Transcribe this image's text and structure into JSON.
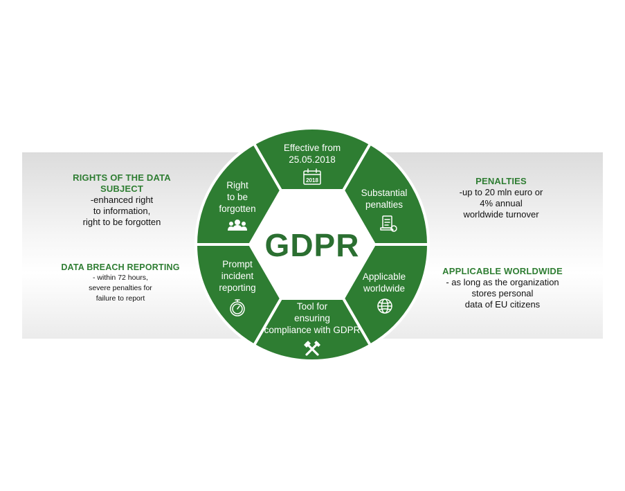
{
  "center": {
    "title": "GDPR"
  },
  "segments": [
    {
      "id": "effective",
      "lines": [
        "Effective from",
        "25.05.2018"
      ],
      "icon": "calendar-icon",
      "icon_text": "2018"
    },
    {
      "id": "penalties",
      "lines": [
        "Substantial",
        "penalties"
      ],
      "icon": "payment-icon"
    },
    {
      "id": "worldwide",
      "lines": [
        "Applicable",
        "worldwide"
      ],
      "icon": "globe-icon"
    },
    {
      "id": "tool",
      "lines": [
        "Tool for",
        "ensuring",
        "compliance with GDPR"
      ],
      "icon": "tools-icon"
    },
    {
      "id": "incident",
      "lines": [
        "Prompt",
        "incident",
        "reporting"
      ],
      "icon": "stopwatch-icon"
    },
    {
      "id": "forgotten",
      "lines": [
        "Right",
        "to be",
        "forgotten"
      ],
      "icon": "people-icon"
    }
  ],
  "info": {
    "rights": {
      "heading": [
        "RIGHTS OF THE DATA",
        "SUBJECT"
      ],
      "body": [
        "-enhanced right",
        "to information,",
        "right to be forgotten"
      ]
    },
    "breach": {
      "heading": [
        "DATA BREACH REPORTING"
      ],
      "body": [
        "- within 72 hours,",
        "severe penalties for",
        "failure to report"
      ]
    },
    "penalties": {
      "heading": [
        "PENALTIES"
      ],
      "body": [
        "-up to 20 mln euro or",
        "4% annual",
        "worldwide turnover"
      ]
    },
    "worldwide": {
      "heading": [
        "APPLICABLE WORLDWIDE"
      ],
      "body": [
        "- as long as the organization",
        "stores personal",
        "data of EU citizens"
      ]
    }
  },
  "colors": {
    "segment": "#2e7d32",
    "center_text": "#2b6f31",
    "heading": "#2e7d32"
  }
}
